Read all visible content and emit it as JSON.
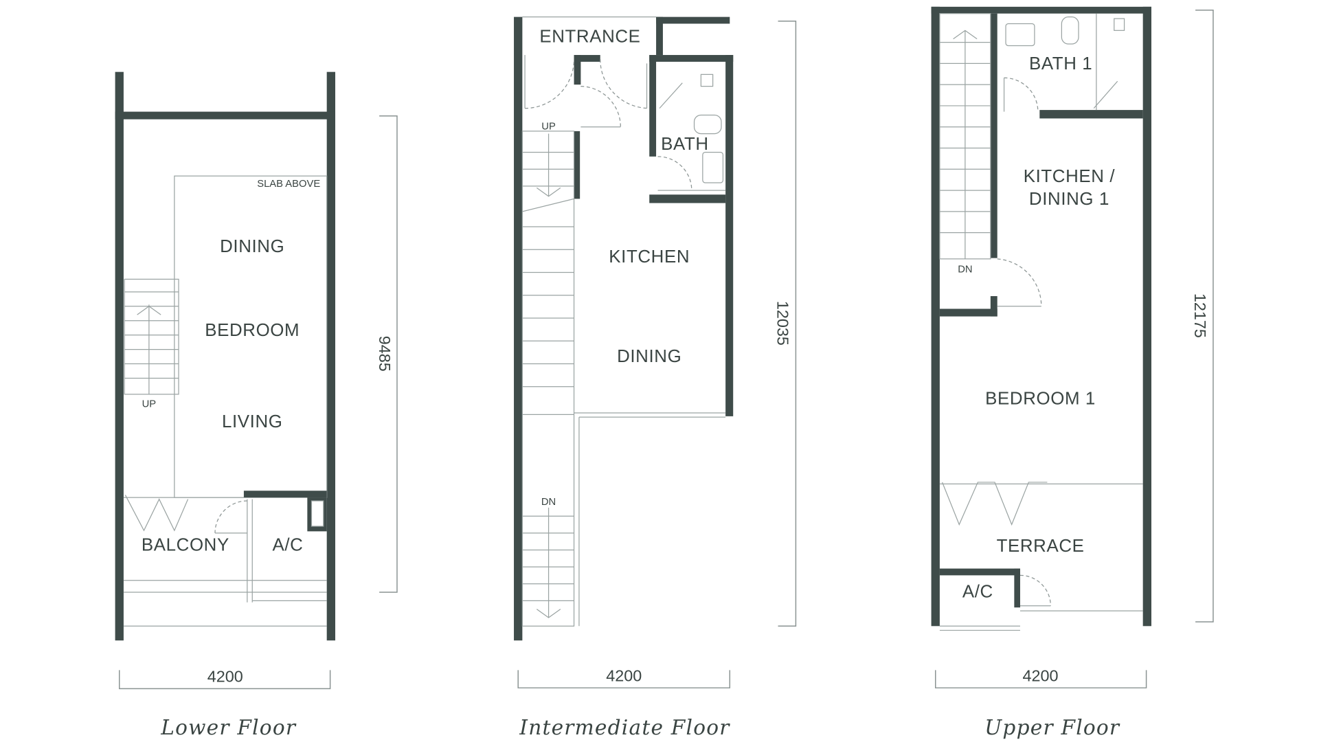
{
  "floors": [
    {
      "title": "Lower Floor",
      "width_dim": "4200",
      "depth_dim": "9485",
      "rooms": [
        "DINING",
        "BEDROOM",
        "LIVING",
        "BALCONY",
        "A/C"
      ],
      "notes": {
        "slab": "SLAB ABOVE",
        "stair": "UP"
      }
    },
    {
      "title": "Intermediate Floor",
      "width_dim": "4200",
      "depth_dim": "12035",
      "rooms": [
        "ENTRANCE",
        "BATH",
        "KITCHEN",
        "DINING"
      ],
      "notes": {
        "stair_up": "UP",
        "stair_down": "DN"
      }
    },
    {
      "title": "Upper Floor",
      "width_dim": "4200",
      "depth_dim": "12175",
      "rooms": [
        "BATH 1",
        "KITCHEN /",
        "DINING 1",
        "BEDROOM 1",
        "TERRACE",
        "A/C"
      ],
      "notes": {
        "stair": "DN"
      }
    }
  ]
}
